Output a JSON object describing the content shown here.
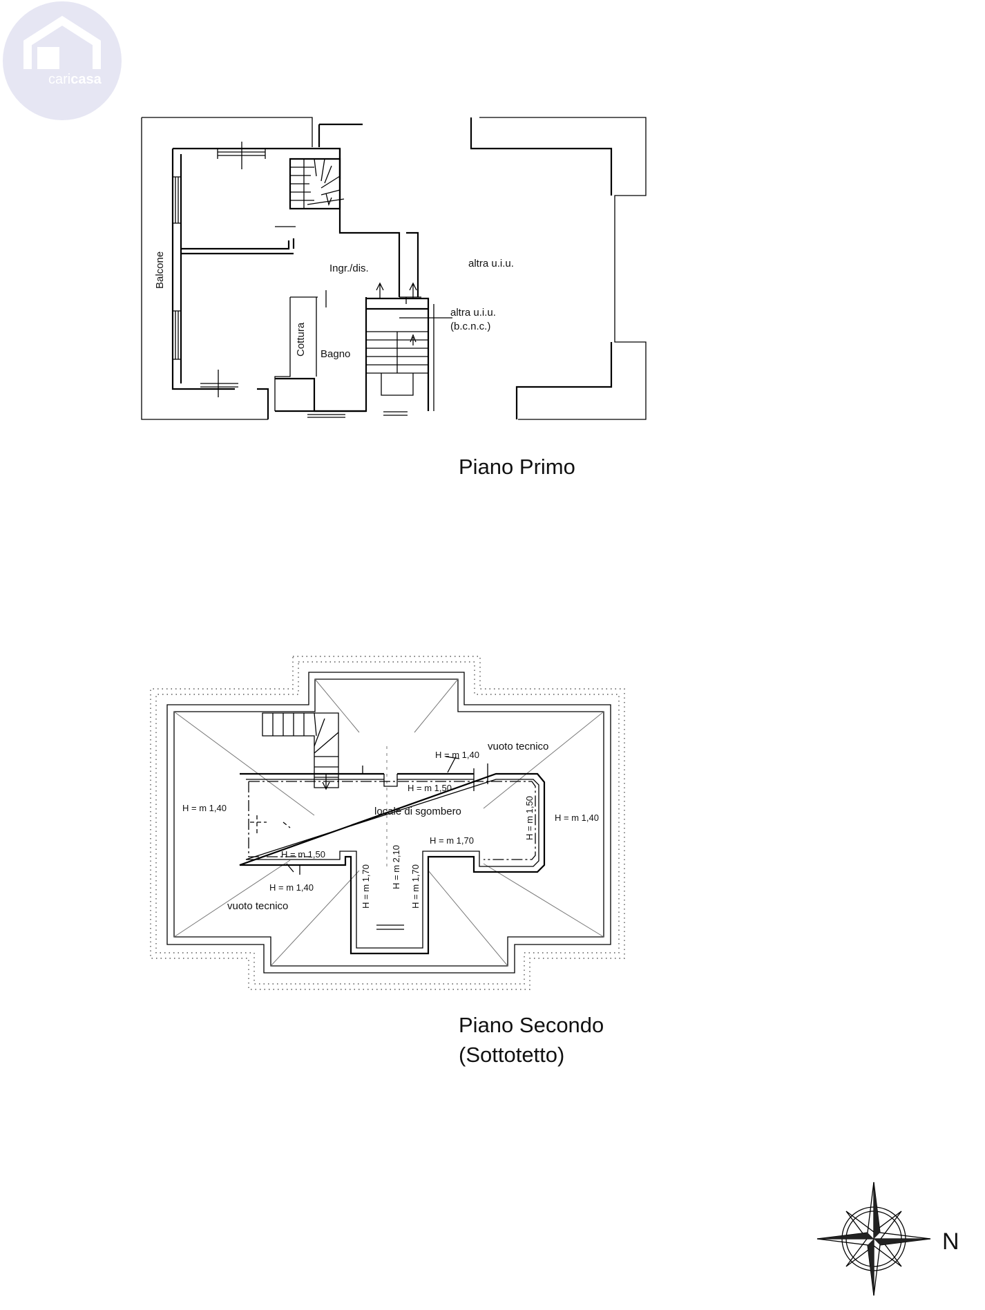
{
  "logo": {
    "text_light": "cari",
    "text_bold": "casa",
    "color": "#cfcfe6"
  },
  "floor_1": {
    "title": "Piano Primo",
    "rooms": {
      "balcone": "Balcone",
      "ingresso": "Ingr./dis.",
      "altra_uiu_main": "altra u.i.u.",
      "altra_uiu_stair_1": "altra u.i.u.",
      "altra_uiu_stair_2": "(b.c.n.c.)",
      "cottura": "Cottura",
      "bagno": "Bagno"
    }
  },
  "floor_2": {
    "title_line1": "Piano Secondo",
    "title_line2": "(Sottotetto)",
    "rooms": {
      "locale": "locale di sgombero",
      "vuoto_tecnico_top": "vuoto tecnico",
      "vuoto_tecnico_bottom": "vuoto tecnico"
    },
    "heights": {
      "h_top_outer": "H = m 1,40",
      "h_top_inner": "H = m 1,50",
      "h_left": "H = m 1,40",
      "h_right_outer": "H = m 1,40",
      "h_right_inner": "H = m 1,50",
      "h_bottom_inner": "H = m 1,50",
      "h_bottom_outer": "H = m 1,40",
      "h_center_right": "H = m 1,70",
      "h_vert_left": "H = m 1,70",
      "h_vert_mid": "H = m 2,10",
      "h_vert_right": "H = m 1,70"
    }
  },
  "compass": {
    "north_label": "N"
  }
}
